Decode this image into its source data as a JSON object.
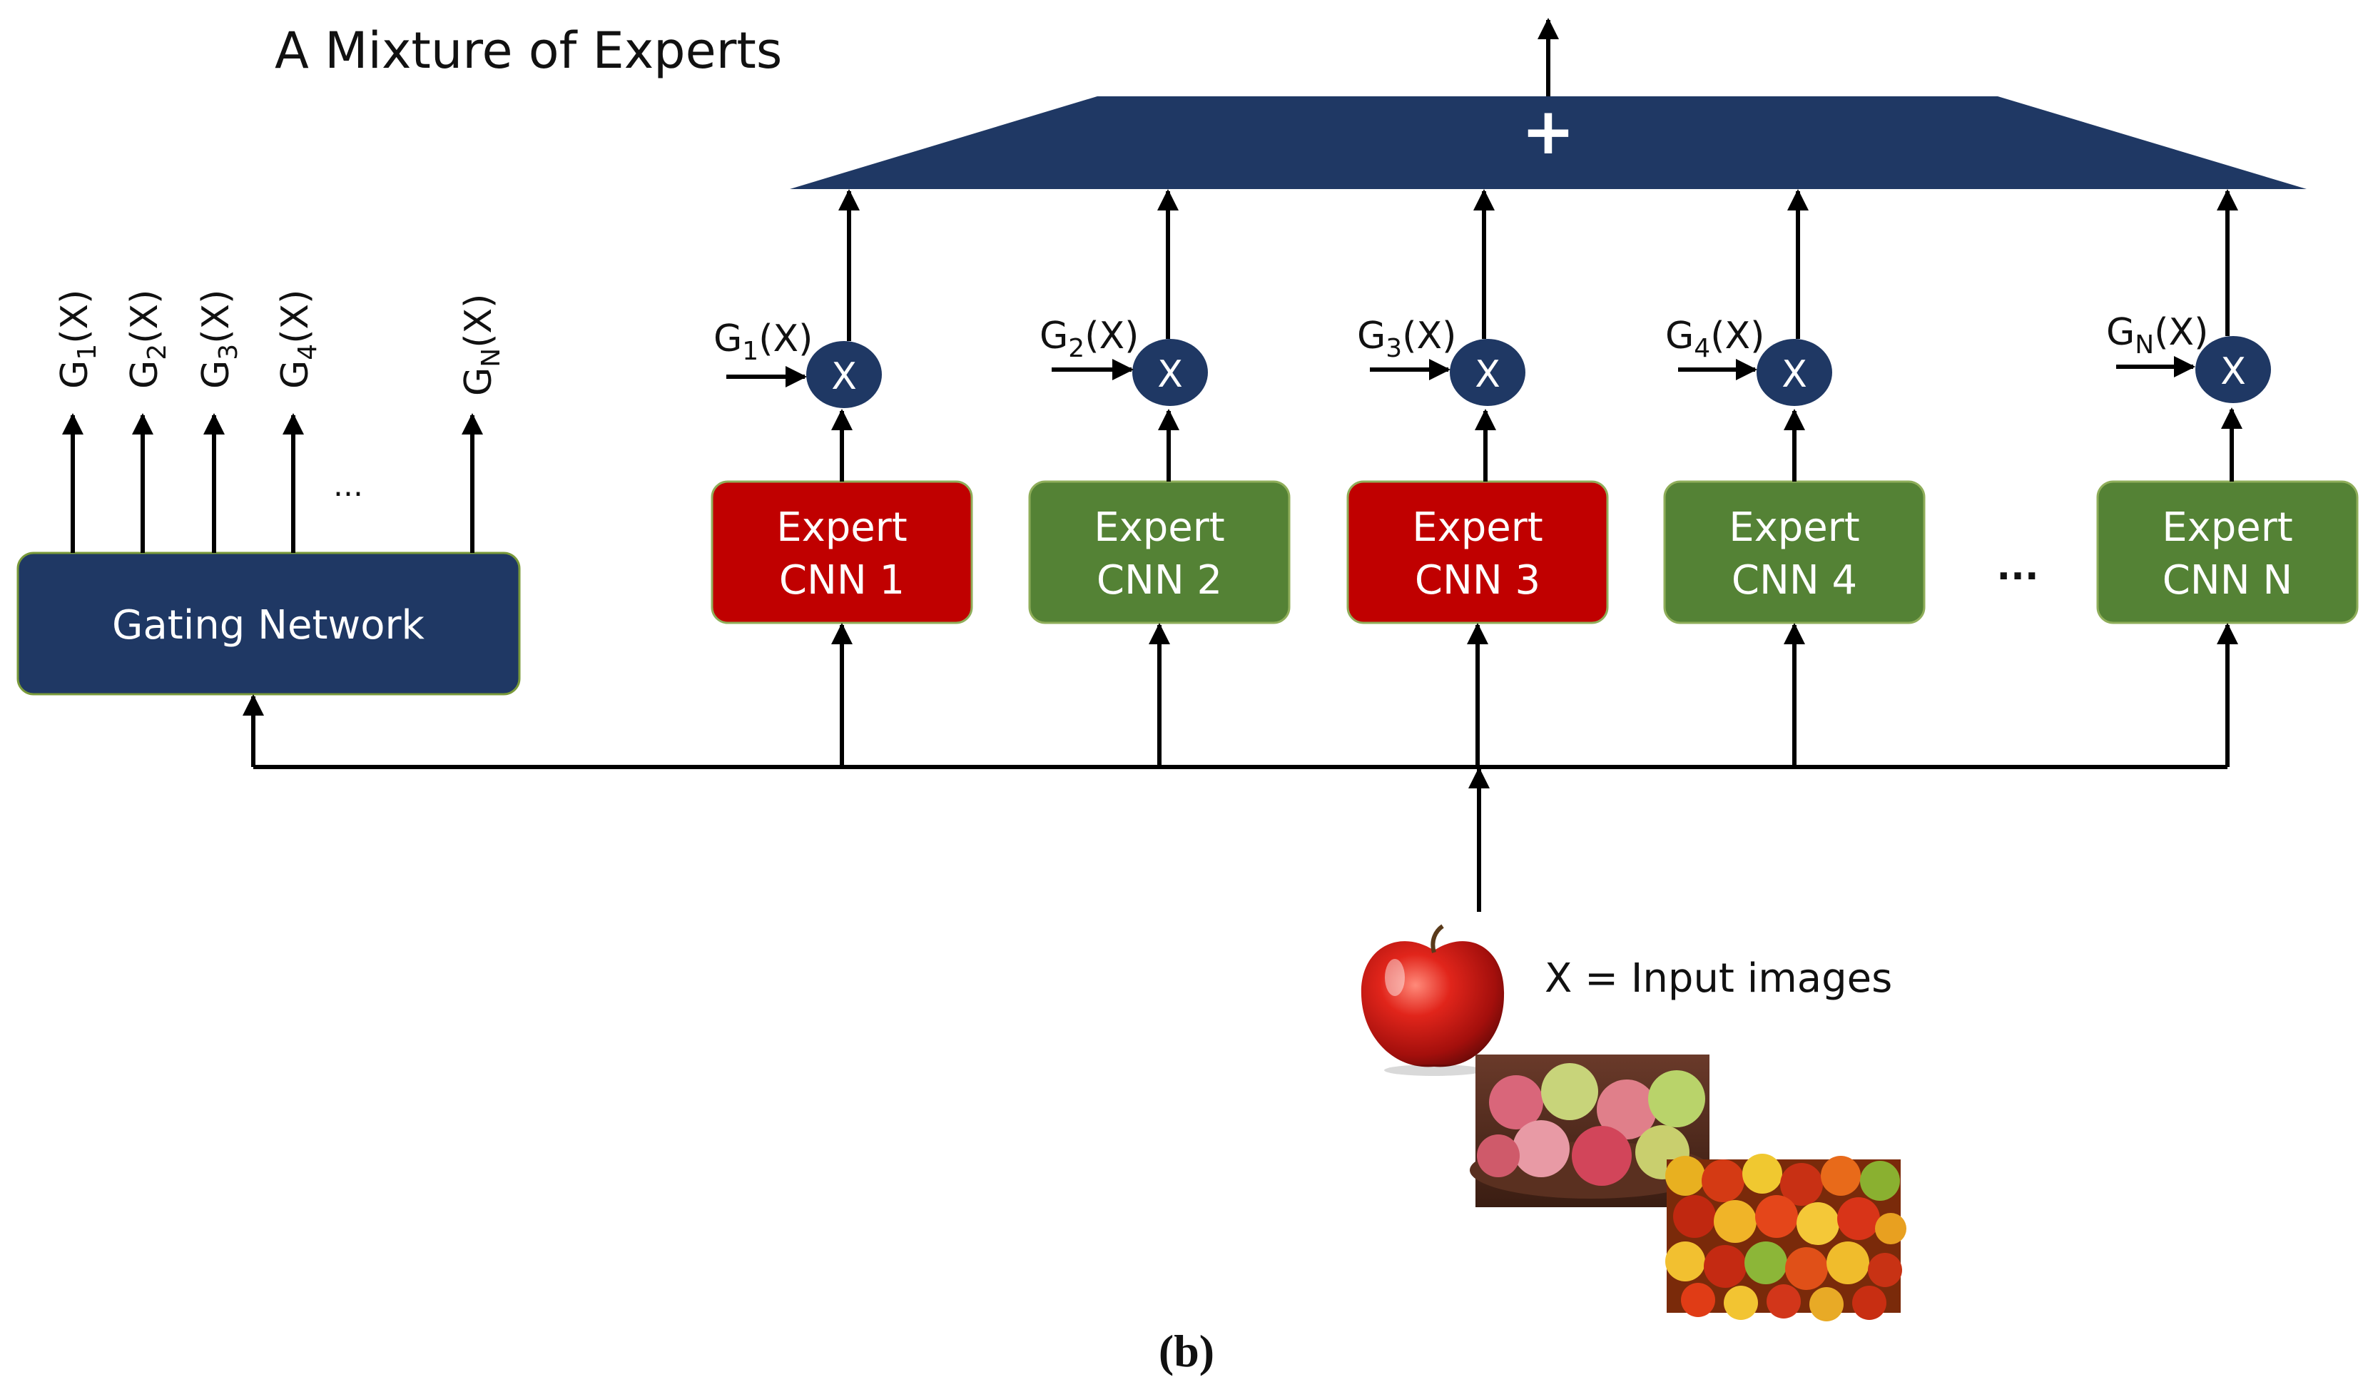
{
  "title": "A Mixture of Experts",
  "sum_symbol": "+",
  "gating": {
    "label": "Gating Network",
    "outputs": [
      {
        "base": "G",
        "sub": "1",
        "tail": "(X)"
      },
      {
        "base": "G",
        "sub": "2",
        "tail": "(X)"
      },
      {
        "base": "G",
        "sub": "3",
        "tail": "(X)"
      },
      {
        "base": "G",
        "sub": "4",
        "tail": "(X)"
      },
      {
        "base": "G",
        "sub": "N",
        "tail": "(X)"
      }
    ],
    "ellipsis": "..."
  },
  "experts": [
    {
      "line1": "Expert",
      "line2": "CNN 1",
      "color": "#c00000",
      "gate": {
        "base": "G",
        "sub": "1",
        "tail": "(X)"
      },
      "mult": "X"
    },
    {
      "line1": "Expert",
      "line2": "CNN 2",
      "color": "#548235",
      "gate": {
        "base": "G",
        "sub": "2",
        "tail": "(X)"
      },
      "mult": "X"
    },
    {
      "line1": "Expert",
      "line2": "CNN 3",
      "color": "#c00000",
      "gate": {
        "base": "G",
        "sub": "3",
        "tail": "(X)"
      },
      "mult": "X"
    },
    {
      "line1": "Expert",
      "line2": "CNN 4",
      "color": "#548235",
      "gate": {
        "base": "G",
        "sub": "4",
        "tail": "(X)"
      },
      "mult": "X"
    },
    {
      "line1": "Expert",
      "line2": "CNN N",
      "color": "#548235",
      "gate": {
        "base": "G",
        "sub": "N",
        "tail": "(X)"
      },
      "mult": "X"
    }
  ],
  "experts_ellipsis": "...",
  "input_label": "X = Input images",
  "caption": "(b)",
  "colors": {
    "navy": "#1f3864",
    "red": "#c00000",
    "green": "#548235",
    "line": "#000000"
  }
}
